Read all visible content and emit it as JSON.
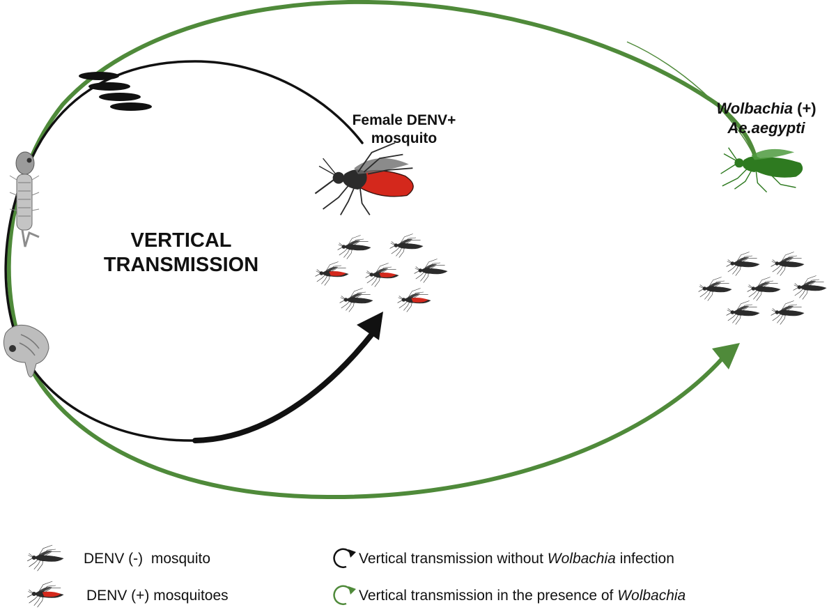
{
  "center_title": "VERTICAL\nTRANSMISSION",
  "female_label": "Female DENV+\nmosquito",
  "wolbachia_label": {
    "line1_italic": "Wolbachia",
    "line1_rest": " (+)",
    "line2": "Ae.aegypti"
  },
  "legend": {
    "denv_neg": "DENV (-)  mosquito",
    "denv_pos": "DENV (+) mosquitoes",
    "black_prefix": "Vertical transmission without ",
    "black_italic": "Wolbachia",
    "black_suffix": " infection",
    "green_prefix": "Vertical transmission in the presence of ",
    "green_italic": "Wolbachia"
  },
  "colors": {
    "black_cycle": "#111111",
    "green_cycle": "#4f8a3a",
    "infected_abdomen": "#d4281c",
    "wolbachia_mosquito": "#2e7a20",
    "mosquito_body": "#2b2b2b",
    "larva": "#b8b8b8"
  }
}
